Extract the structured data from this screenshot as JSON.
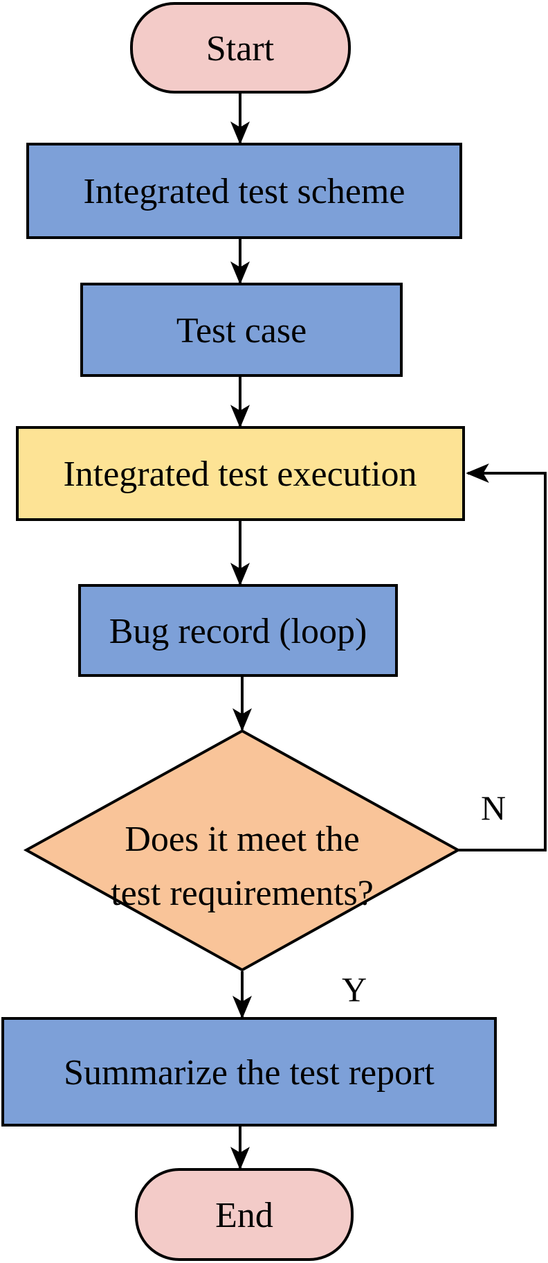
{
  "diagram": {
    "type": "flowchart",
    "colors": {
      "terminator_fill": "#F3CBC8",
      "process_fill": "#7DA0D8",
      "execution_fill": "#FDE395",
      "decision_fill": "#F9C499",
      "stroke": "#000000"
    },
    "nodes": {
      "start": {
        "type": "terminator",
        "label": "Start"
      },
      "scheme": {
        "type": "process",
        "label": "Integrated test scheme"
      },
      "test_case": {
        "type": "process",
        "label": "Test case"
      },
      "execution": {
        "type": "process",
        "label": "Integrated test execution"
      },
      "bug_record": {
        "type": "process",
        "label": "Bug record (loop)"
      },
      "decision": {
        "type": "decision",
        "lines": [
          "Does it meet the",
          "test requirements?"
        ]
      },
      "summarize": {
        "type": "process",
        "label": "Summarize the test report"
      },
      "end": {
        "type": "terminator",
        "label": "End"
      }
    },
    "edges": {
      "no_label": "N",
      "yes_label": "Y"
    }
  }
}
